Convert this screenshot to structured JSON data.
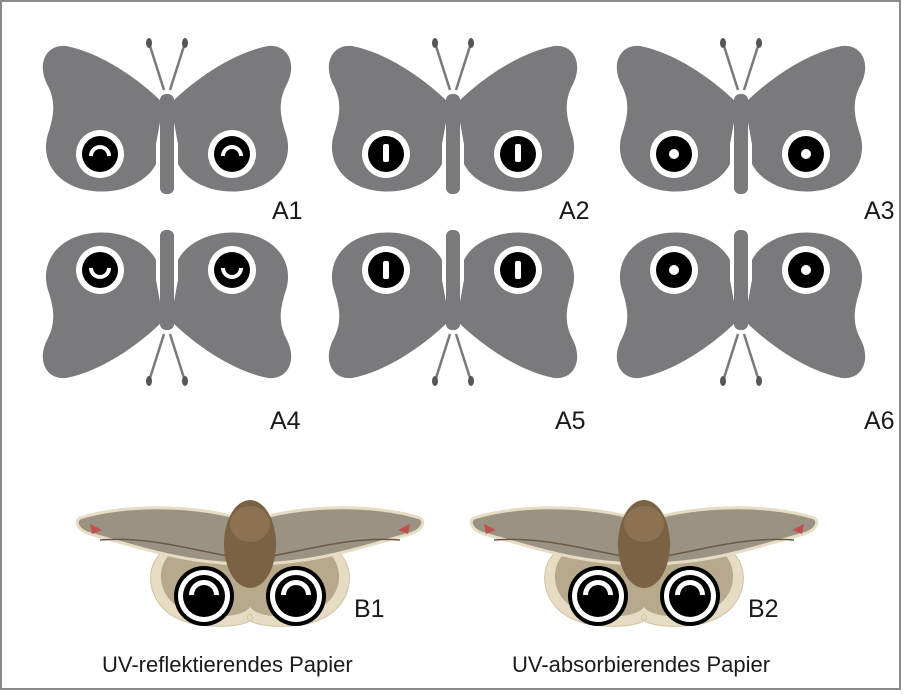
{
  "labels": {
    "a1": "A1",
    "a2": "A2",
    "a3": "A3",
    "a4": "A4",
    "a5": "A5",
    "a6": "A6",
    "b1": "B1",
    "b2": "B2"
  },
  "captions": {
    "b1": "UV-reflektierendes Papier",
    "b2": "UV-absorbierendes Papier"
  },
  "colors": {
    "wing": "#7a7a7c",
    "eyespot": "#000000",
    "eyering": "#ffffff",
    "moth_wing": "#9a9383",
    "moth_border": "#e6dcc4",
    "moth_body": "#7b6244"
  },
  "icons": {
    "butterfly": "butterfly-silhouette",
    "moth": "moth-photo"
  }
}
